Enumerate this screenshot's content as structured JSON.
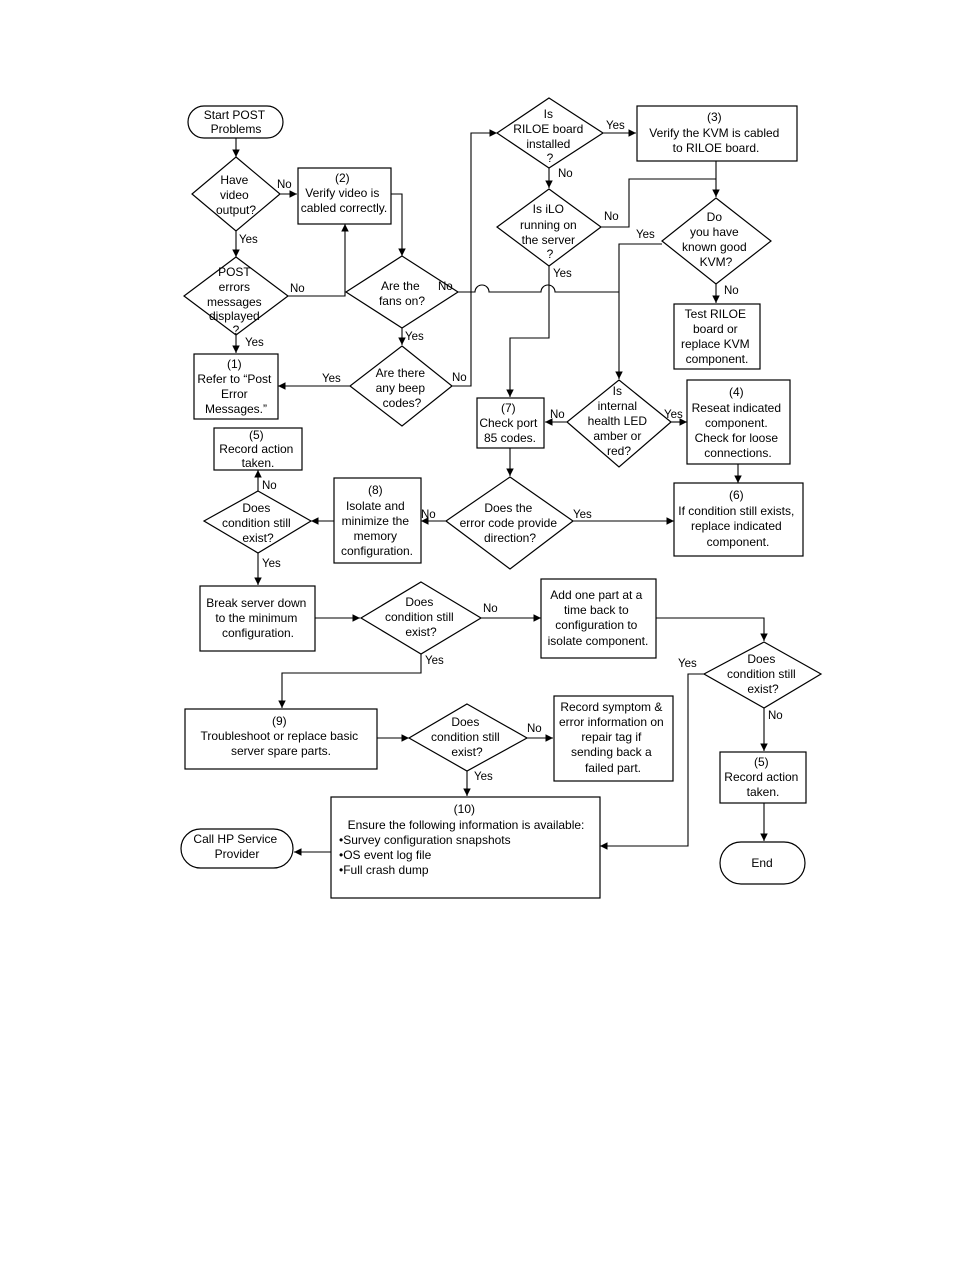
{
  "nodes": {
    "start": [
      "Start POST",
      "Problems"
    ],
    "video": [
      "Have",
      "video",
      "output?"
    ],
    "post_errors": [
      "POST",
      "errors",
      "messages",
      "displayed",
      "?"
    ],
    "n1": [
      "(1)",
      "Refer to “Post",
      "Error",
      "Messages.”"
    ],
    "n2": [
      "(2)",
      "Verify video is",
      "cabled correctly."
    ],
    "fans": [
      "Are the",
      "fans on?"
    ],
    "beep": [
      "Are there",
      "any beep",
      "codes?"
    ],
    "riloe": [
      "Is",
      "RILOE board",
      "installed",
      "?"
    ],
    "n3": [
      "(3)",
      "Verify the KVM is cabled",
      "to RILOE board."
    ],
    "ilo": [
      "Is iLO",
      "running on",
      "the server",
      "?"
    ],
    "kvm": [
      "Do",
      "you have",
      "known good",
      "KVM?"
    ],
    "test_riloe": [
      "Test RILOE",
      "board or",
      "replace KVM",
      "component."
    ],
    "n7": [
      "(7)",
      "Check port",
      "85 codes."
    ],
    "health": [
      "Is",
      "internal",
      "health LED",
      "amber or",
      "red?"
    ],
    "n4": [
      "(4)",
      "Reseat indicated",
      "component.",
      "Check for loose",
      "connections."
    ],
    "n5a": [
      "(5)",
      "Record action",
      "taken."
    ],
    "cond1": [
      "Does",
      "condition still",
      "exist?"
    ],
    "n8": [
      "(8)",
      "Isolate and",
      "minimize the",
      "memory",
      "configuration."
    ],
    "direction": [
      "Does the",
      "error code provide",
      "direction?"
    ],
    "n6": [
      "(6)",
      "If condition still exists,",
      "replace indicated",
      "component."
    ],
    "break": [
      "Break server down",
      "to the minimum",
      "configuration."
    ],
    "cond2": [
      "Does",
      "condition still",
      "exist?"
    ],
    "add_part": [
      "Add one part at a",
      "time back to",
      "configuration to",
      "isolate component."
    ],
    "cond3": [
      "Does",
      "condition still",
      "exist?"
    ],
    "n9": [
      "(9)",
      "Troubleshoot or replace basic",
      "server spare parts."
    ],
    "cond4": [
      "Does",
      "condition still",
      "exist?"
    ],
    "record_symptom": [
      "Record symptom &",
      "error information on",
      "repair tag if",
      "sending back a",
      "failed part."
    ],
    "n5b": [
      "(5)",
      "Record action",
      "taken."
    ],
    "n10": [
      "(10)",
      "Ensure the following information is available:",
      "•Survey configuration snapshots",
      "•OS event log file",
      "•Full crash dump"
    ],
    "call_hp": [
      "Call HP Service",
      "Provider"
    ],
    "end": [
      "End"
    ]
  },
  "labels": {
    "yes": "Yes",
    "no": "No"
  }
}
